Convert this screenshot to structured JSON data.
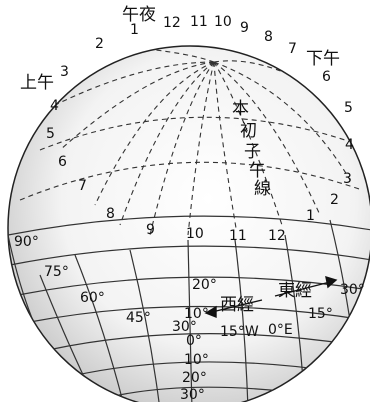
{
  "labels": {
    "midnight": "午夜",
    "am": "上午",
    "pm": "下午",
    "prime_meridian": [
      "本",
      "初",
      "子",
      "午",
      "線"
    ],
    "west_longitude": "西經",
    "east_longitude": "東經"
  },
  "hours_top": [
    "1",
    "12",
    "11",
    "10",
    "9",
    "8",
    "7",
    "6",
    "5",
    "4",
    "3",
    "2"
  ],
  "hours_left": [
    "3",
    "4",
    "5",
    "6",
    "7",
    "8",
    "9"
  ],
  "hours_front": [
    "10",
    "11",
    "12",
    "1",
    "2",
    "3",
    "4",
    "5"
  ],
  "latitudes_center": [
    "20°",
    "10°",
    "30°",
    "0°",
    "10°",
    "20°",
    "30°"
  ],
  "latitudes_left": [
    "90°",
    "75°",
    "60°",
    "45°"
  ],
  "longitudes": [
    "15°W",
    "0°E",
    "15°",
    "30°"
  ]
}
